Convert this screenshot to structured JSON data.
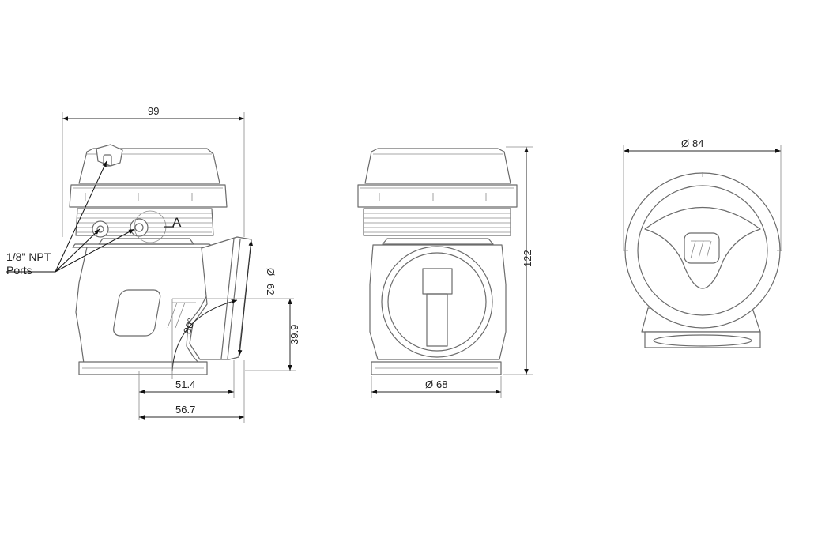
{
  "dimensions": {
    "width_side": "99",
    "npt_callout_line1": "1/8\" NPT",
    "npt_callout_line2": "Ports",
    "section_marker": "A",
    "outlet_angle": "80°",
    "outlet_diameter": "62",
    "outlet_height": "39.9",
    "inlet_offset_1": "51.4",
    "inlet_offset_2": "56.7",
    "total_height": "122",
    "inlet_diameter": "68",
    "housing_diameter": "84",
    "diameter_symbol": "Ø"
  },
  "colors": {
    "part_outline": "#6b6b6b",
    "dimension_line": "#2a2a2a",
    "background": "#ffffff"
  },
  "views": [
    "side-view",
    "front-view",
    "top-view"
  ]
}
